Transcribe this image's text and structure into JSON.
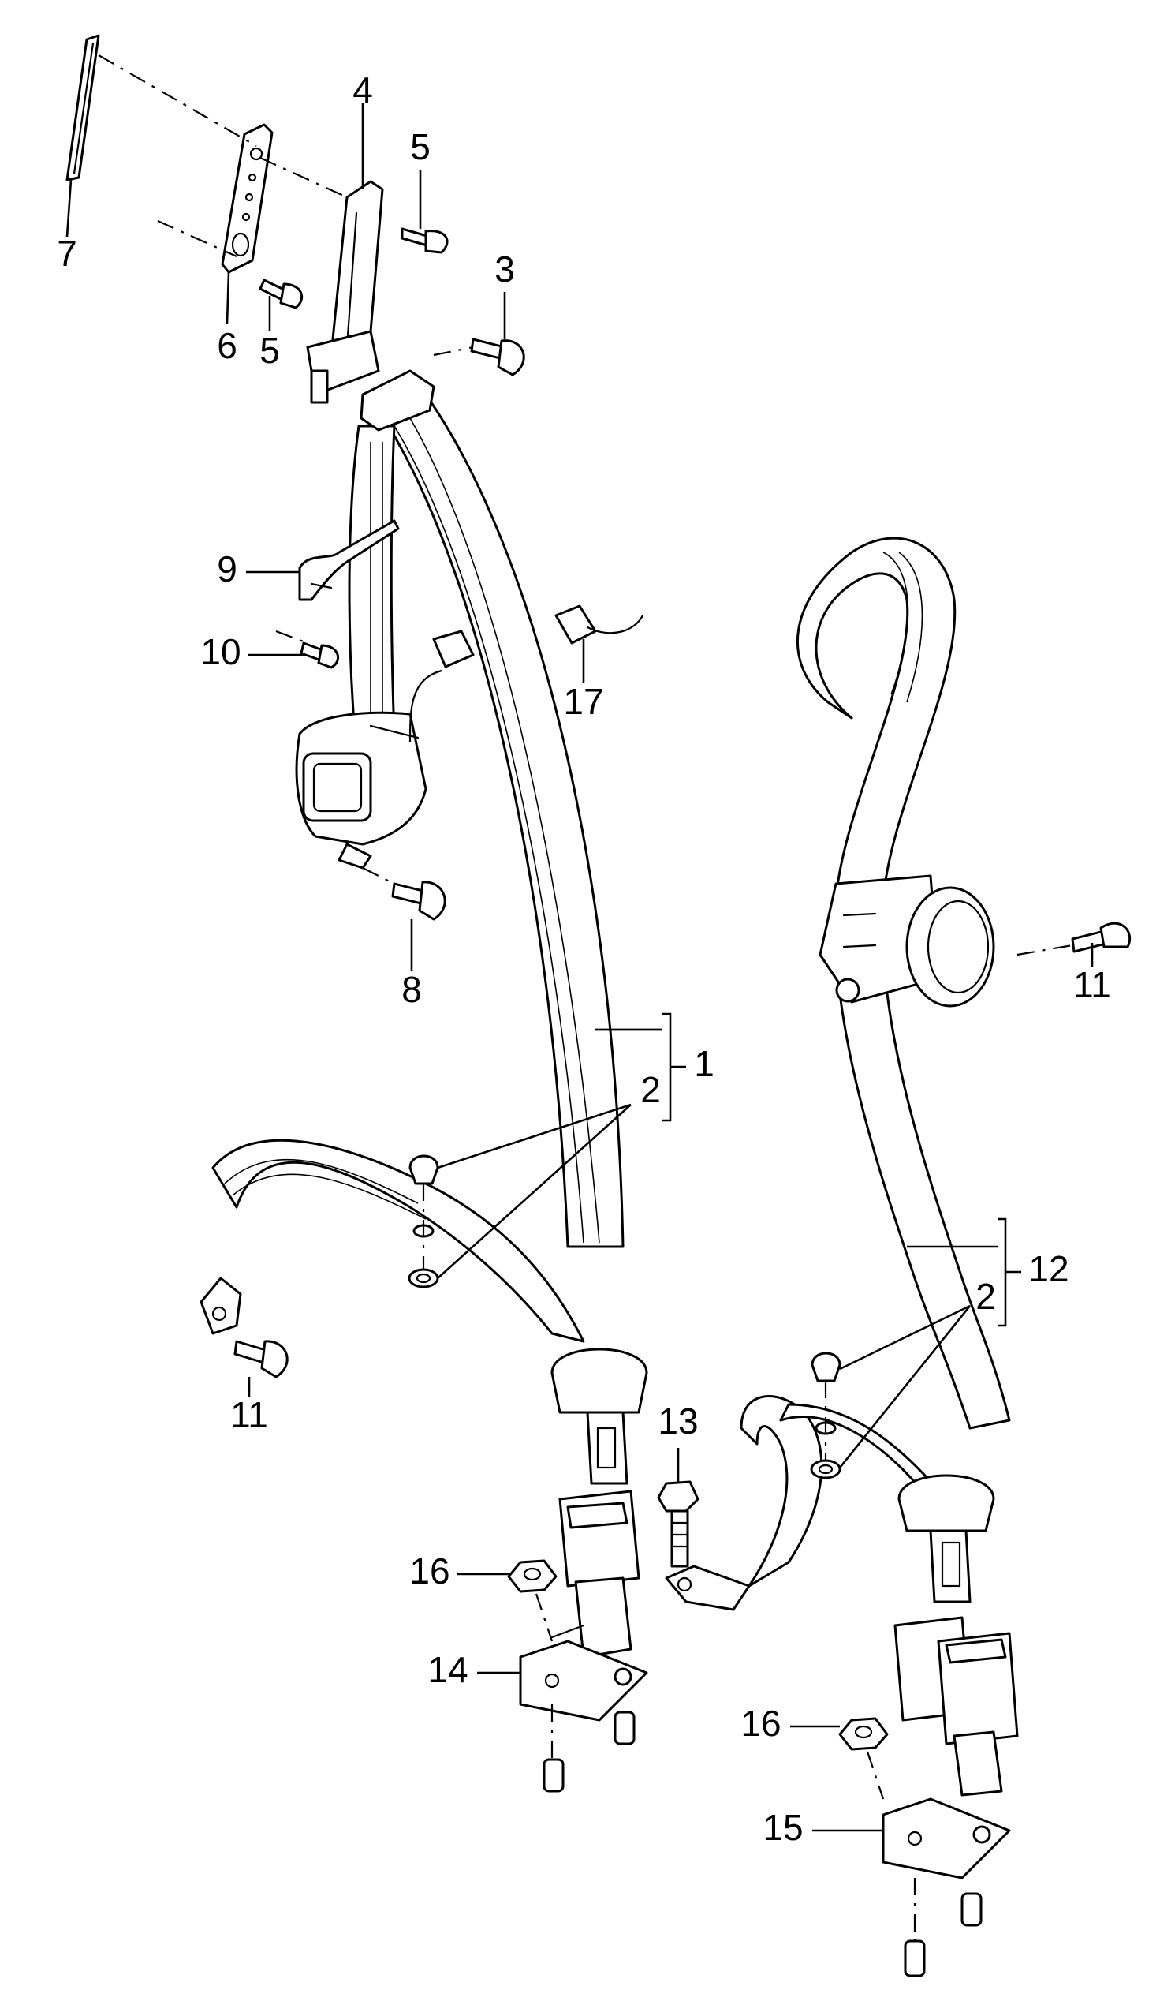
{
  "callouts": [
    {
      "id": "c1",
      "text": "1"
    },
    {
      "id": "c2a",
      "text": "2"
    },
    {
      "id": "c2b",
      "text": "2"
    },
    {
      "id": "c3",
      "text": "3"
    },
    {
      "id": "c4",
      "text": "4"
    },
    {
      "id": "c5a",
      "text": "5"
    },
    {
      "id": "c5b",
      "text": "5"
    },
    {
      "id": "c6",
      "text": "6"
    },
    {
      "id": "c7",
      "text": "7"
    },
    {
      "id": "c8",
      "text": "8"
    },
    {
      "id": "c9",
      "text": "9"
    },
    {
      "id": "c10",
      "text": "10"
    },
    {
      "id": "c11a",
      "text": "11"
    },
    {
      "id": "c11b",
      "text": "11"
    },
    {
      "id": "c12",
      "text": "12"
    },
    {
      "id": "c13",
      "text": "13"
    },
    {
      "id": "c14",
      "text": "14"
    },
    {
      "id": "c15",
      "text": "15"
    },
    {
      "id": "c16a",
      "text": "16"
    },
    {
      "id": "c16b",
      "text": "16"
    },
    {
      "id": "c17",
      "text": "17"
    }
  ]
}
